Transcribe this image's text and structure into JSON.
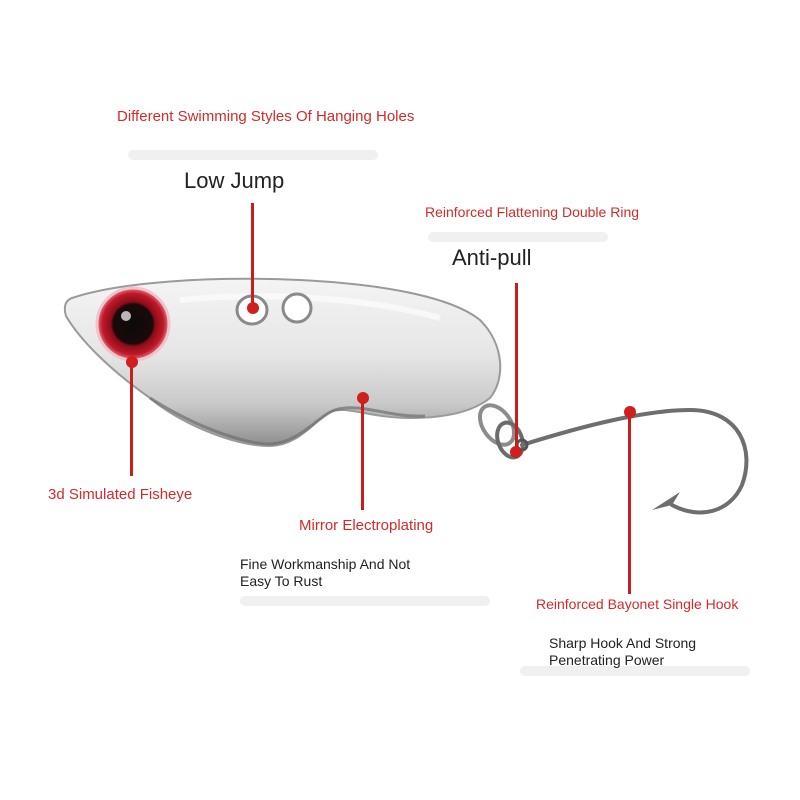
{
  "annotations": {
    "hanging_holes_title": "Different Swimming Styles Of Hanging Holes",
    "low_jump": "Low Jump",
    "double_ring_title": "Reinforced Flattening Double Ring",
    "anti_pull": "Anti-pull",
    "fisheye": "3d Simulated Fisheye",
    "mirror": "Mirror Electroplating",
    "mirror_desc_1": "Fine Workmanship And Not",
    "mirror_desc_2": "Easy To Rust",
    "hook_title": "Reinforced Bayonet Single Hook",
    "hook_desc_1": "Sharp Hook And Strong",
    "hook_desc_2": "Penetrating Power"
  },
  "colors": {
    "accent_red": "#d42a2a",
    "text_dark": "#222222",
    "eye_red": "#b3121e",
    "metal": "#dcdcdc"
  }
}
